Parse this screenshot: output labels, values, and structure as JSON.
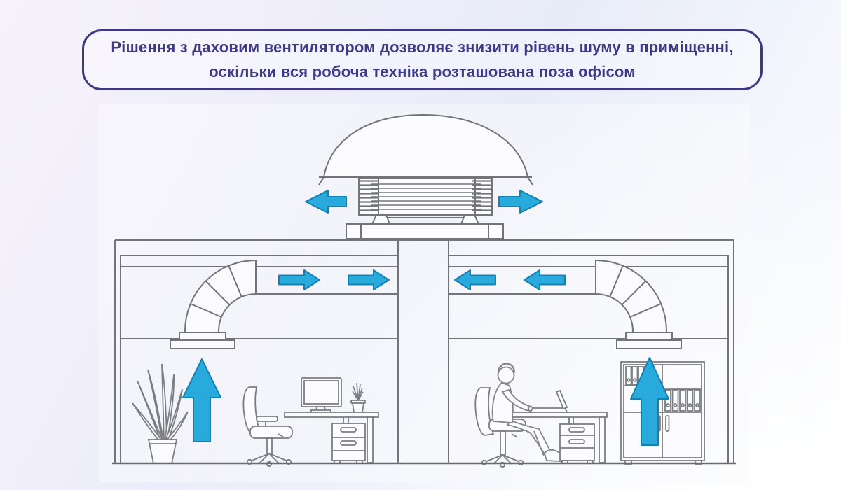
{
  "banner": {
    "line1": "Рішення з даховим вентилятором дозволяє знизити рівень шуму в приміщенні,",
    "line2": "оскільки вся робоча техніка розташована поза офісом",
    "text_color": "#3e3a87",
    "border_color": "#3e3781"
  },
  "colors": {
    "background_lavender": "#f7f3fa",
    "background_periwinkle": "#e8ecf9",
    "background_white": "#fbfcff",
    "diagram_line_gray": "#74757b",
    "airflow_arrow_fill": "#29aadd",
    "airflow_arrow_stroke": "#1680af"
  },
  "diagram": {
    "subject": "roof-fan-office-ventilation-scheme",
    "airflow_arrows": {
      "fan_exhaust": [
        "left",
        "right"
      ],
      "left_duct": [
        "right",
        "right"
      ],
      "right_duct": [
        "left",
        "left"
      ],
      "left_room": [
        "up"
      ],
      "right_room": [
        "up"
      ]
    },
    "icon_elements": [
      "roof-fan-icon",
      "duct-elbow-icon",
      "ceiling-vent-icon",
      "floor-plant-icon",
      "office-chair-icon",
      "desk-monitor-icon",
      "person-with-laptop-icon",
      "binder-cabinet-icon"
    ]
  }
}
